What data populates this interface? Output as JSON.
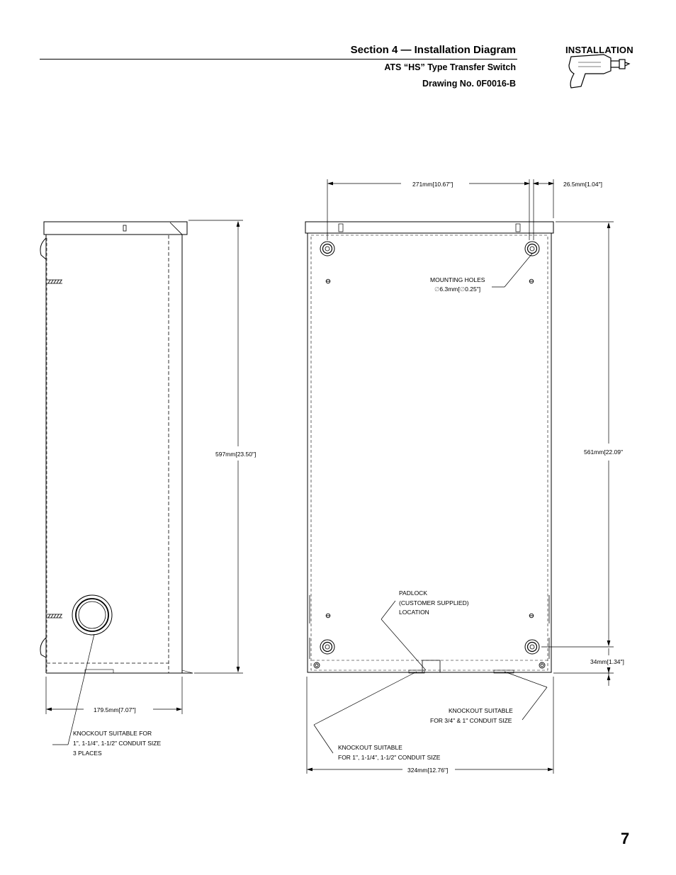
{
  "header": {
    "section_title": "Section 4 — Installation Diagram",
    "subtitle": "ATS “HS” Type Transfer Switch",
    "drawing_no": "Drawing No. 0F0016-B",
    "badge_label": "INSTALLATION",
    "badge_icon": "drill-icon"
  },
  "side_view": {
    "height_dim": "597mm[23.50\"]",
    "depth_dim": "179.5mm[7.07\"]",
    "knockout_note": [
      "KNOCKOUT SUITABLE FOR",
      "1\", 1-1/4\", 1-1/2\" CONDUIT SIZE",
      "3 PLACES"
    ]
  },
  "front_view": {
    "hole_spacing_dim": "271mm[10.67\"]",
    "hole_offset_dim": "26.5mm[1.04\"]",
    "vertical_hole_dim": "561mm[22.09\"",
    "bottom_offset_dim": "34mm[1.34\"]",
    "width_dim": "324mm[12.76\"]",
    "mounting_holes_note": {
      "line1": "MOUNTING HOLES",
      "dia1": "∅",
      "line2a": "6.3mm[",
      "dia2": "∅",
      "line2b": "0.25\"]"
    },
    "padlock_note": [
      "PADLOCK",
      "(CUSTOMER SUPPLIED)",
      "LOCATION"
    ],
    "knockout_note_small": [
      "KNOCKOUT SUITABLE",
      "FOR 3/4\" & 1\" CONDUIT SIZE"
    ],
    "knockout_note_large": [
      "KNOCKOUT SUITABLE",
      "FOR 1\", 1-1/4\", 1-1/2\" CONDUIT SIZE"
    ]
  },
  "page_number": "7"
}
